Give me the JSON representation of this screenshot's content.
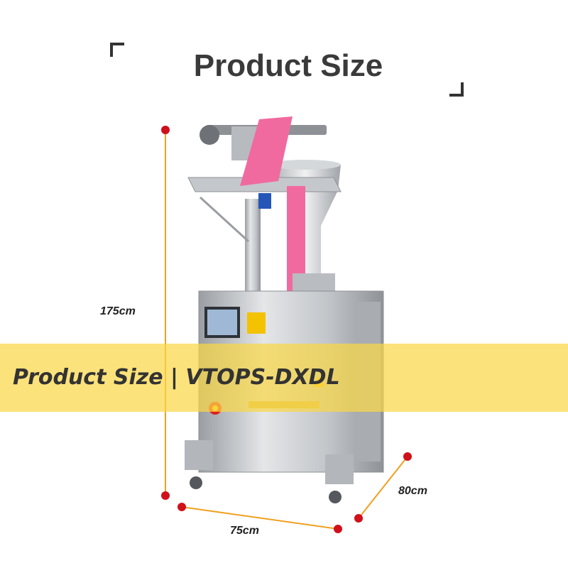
{
  "header": {
    "title": "Product Size"
  },
  "dimensions": {
    "height": "175cm",
    "width": "75cm",
    "depth": "80cm"
  },
  "banner": {
    "text": "Product Size | VTOPS-DXDL"
  },
  "colors": {
    "dimension_line": "#f0a020",
    "dimension_dot": "#d0101a",
    "banner": "#fad746",
    "title": "#3a3a3a"
  }
}
